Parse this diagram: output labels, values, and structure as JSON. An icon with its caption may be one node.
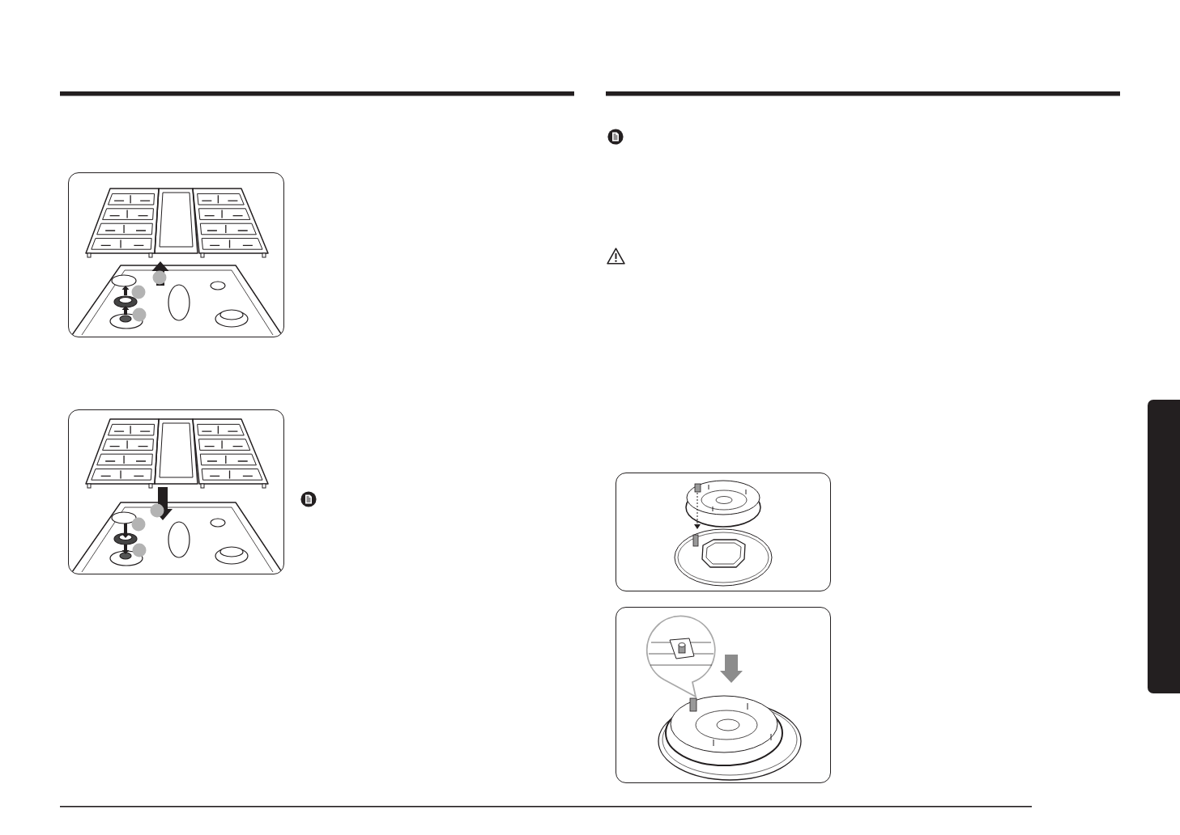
{
  "diagram": {
    "nodes": [
      {
        "text": [],
        "shape": "picture"
      },
      {
        "text": [],
        "shape": "picture"
      },
      {
        "text": [],
        "shape": "picture"
      },
      {
        "text": [],
        "shape": "picture"
      },
      {
        "text": [],
        "shape": "bar"
      }
    ]
  }
}
